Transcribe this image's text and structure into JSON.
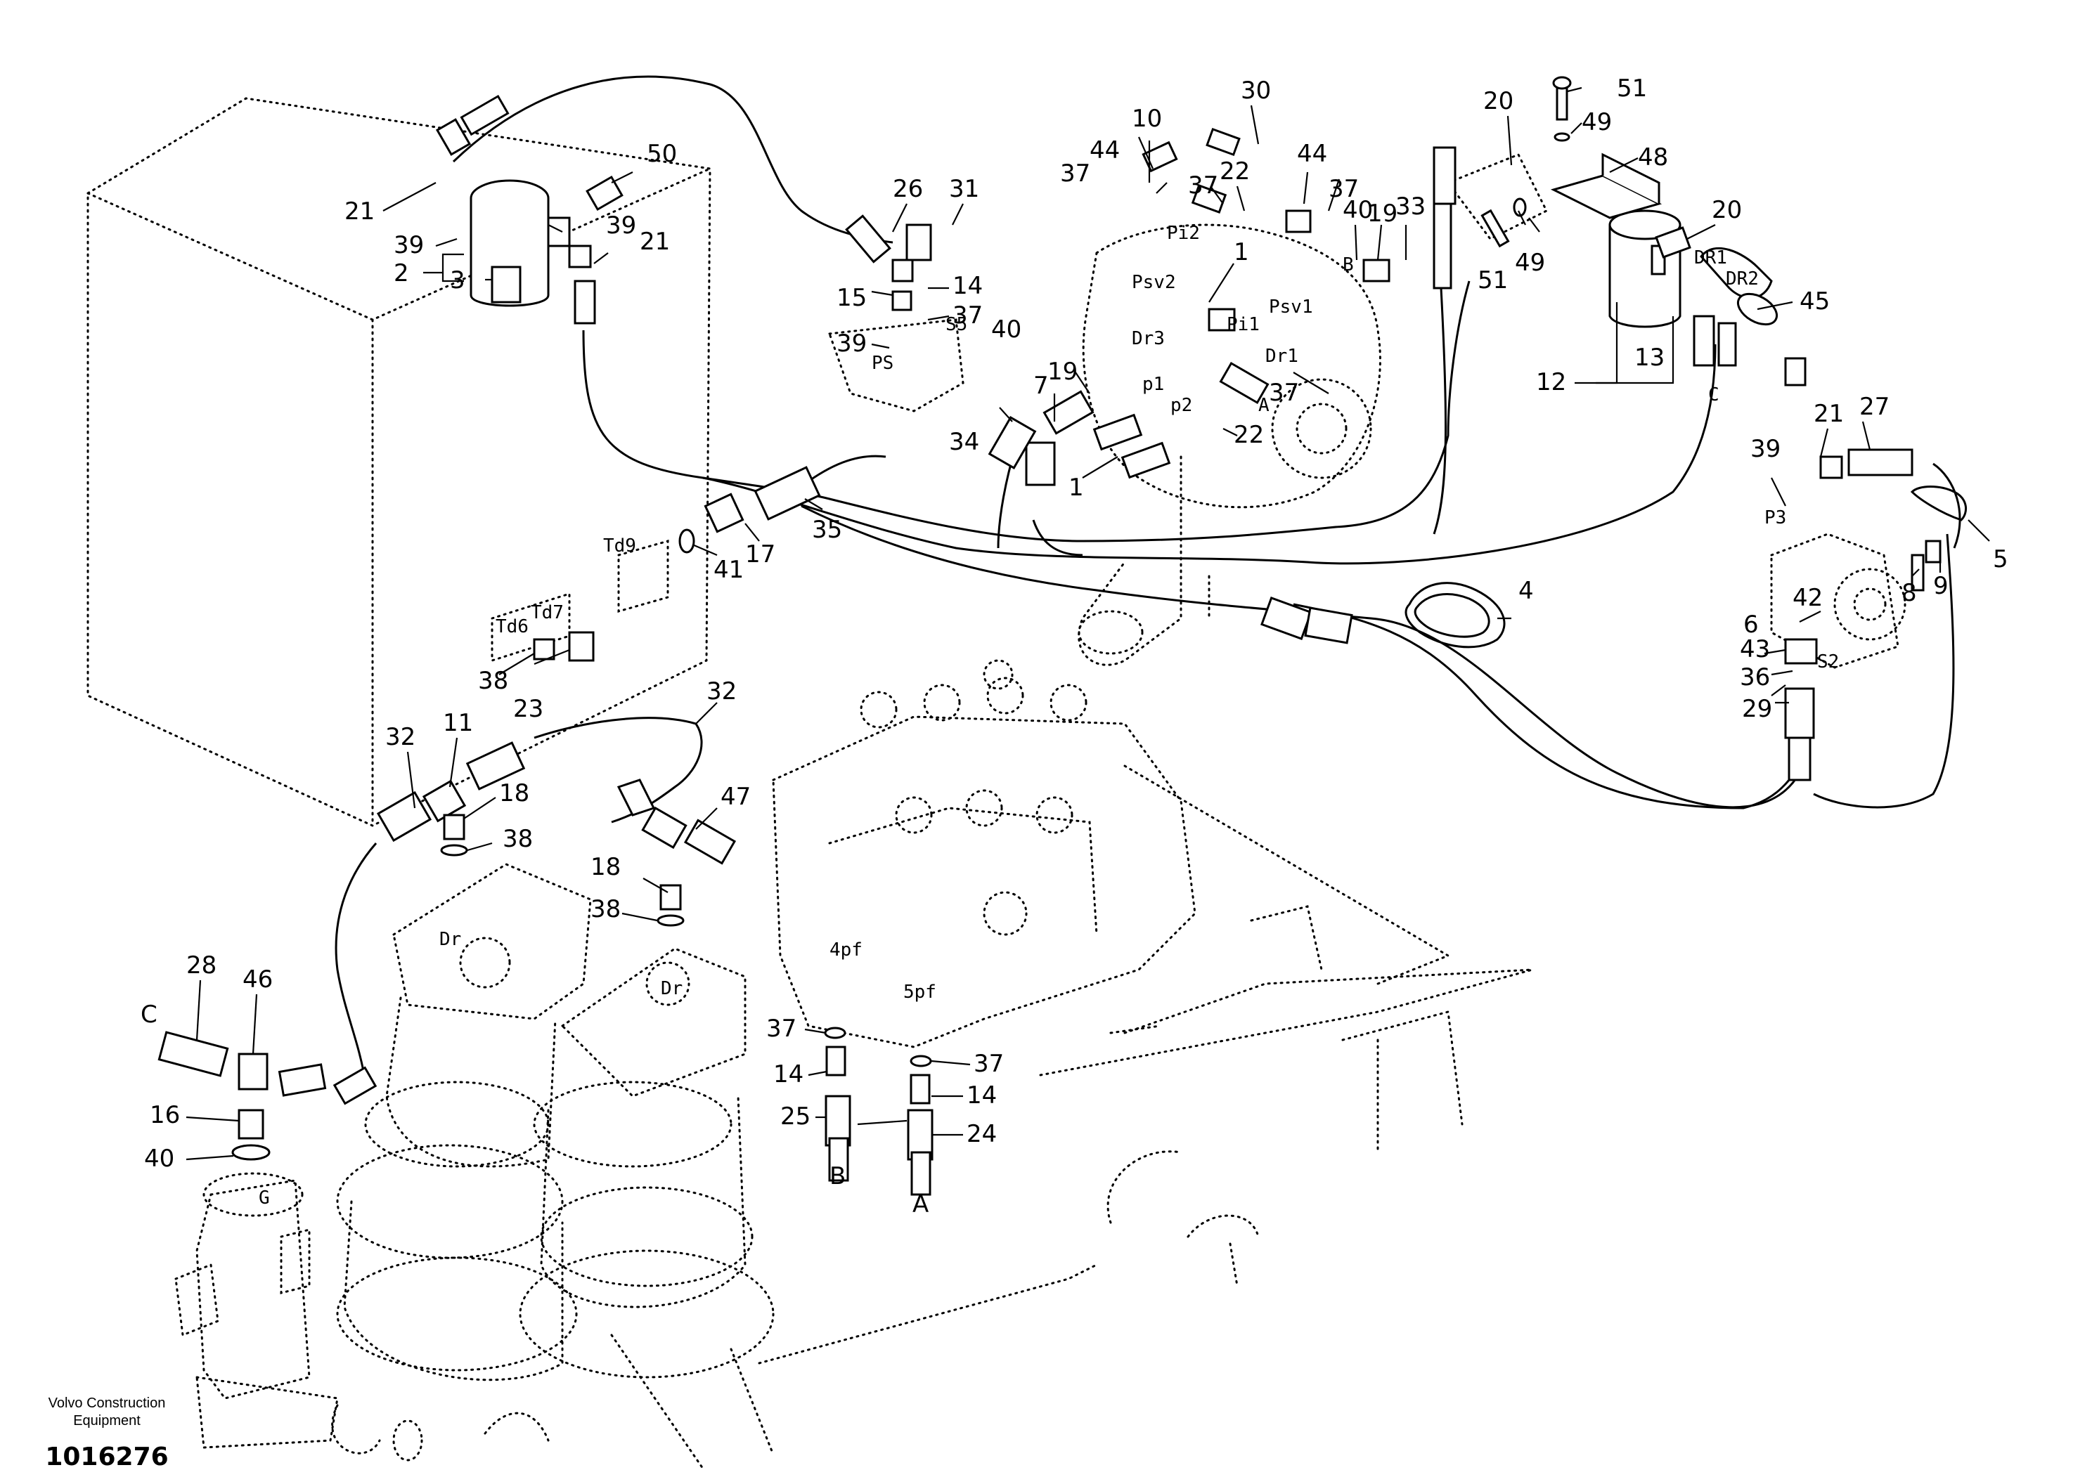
{
  "callouts": [
    {
      "text": "21"
    },
    {
      "text": "39"
    },
    {
      "text": "2"
    },
    {
      "text": "3"
    },
    {
      "text": "50"
    },
    {
      "text": "39"
    },
    {
      "text": "21"
    },
    {
      "text": "26"
    },
    {
      "text": "31"
    },
    {
      "text": "15"
    },
    {
      "text": "14"
    },
    {
      "text": "39"
    },
    {
      "text": "37"
    },
    {
      "text": "10"
    },
    {
      "text": "44"
    },
    {
      "text": "37"
    },
    {
      "text": "30"
    },
    {
      "text": "37"
    },
    {
      "text": "22"
    },
    {
      "text": "44"
    },
    {
      "text": "37"
    },
    {
      "text": "1"
    },
    {
      "text": "40"
    },
    {
      "text": "19"
    },
    {
      "text": "33"
    },
    {
      "text": "40"
    },
    {
      "text": "19"
    },
    {
      "text": "7"
    },
    {
      "text": "34"
    },
    {
      "text": "37"
    },
    {
      "text": "22"
    },
    {
      "text": "1"
    },
    {
      "text": "20"
    },
    {
      "text": "51"
    },
    {
      "text": "49"
    },
    {
      "text": "48"
    },
    {
      "text": "51"
    },
    {
      "text": "49"
    },
    {
      "text": "20"
    },
    {
      "text": "45"
    },
    {
      "text": "13"
    },
    {
      "text": "12"
    },
    {
      "text": "21"
    },
    {
      "text": "27"
    },
    {
      "text": "39"
    },
    {
      "text": "5"
    },
    {
      "text": "9"
    },
    {
      "text": "8"
    },
    {
      "text": "42"
    },
    {
      "text": "6"
    },
    {
      "text": "43"
    },
    {
      "text": "36"
    },
    {
      "text": "29"
    },
    {
      "text": "4"
    },
    {
      "text": "35"
    },
    {
      "text": "17"
    },
    {
      "text": "41"
    },
    {
      "text": "38"
    },
    {
      "text": "23"
    },
    {
      "text": "32"
    },
    {
      "text": "11"
    },
    {
      "text": "32"
    },
    {
      "text": "18"
    },
    {
      "text": "38"
    },
    {
      "text": "18"
    },
    {
      "text": "38"
    },
    {
      "text": "47"
    },
    {
      "text": "28"
    },
    {
      "text": "46"
    },
    {
      "text": "16"
    },
    {
      "text": "40"
    },
    {
      "text": "37"
    },
    {
      "text": "14"
    },
    {
      "text": "25"
    },
    {
      "text": "37"
    },
    {
      "text": "14"
    },
    {
      "text": "24"
    }
  ],
  "port_labels": [
    {
      "text": "Pi2"
    },
    {
      "text": "Psv2"
    },
    {
      "text": "B"
    },
    {
      "text": "Pi1"
    },
    {
      "text": "Psv1"
    },
    {
      "text": "Dr3"
    },
    {
      "text": "Dr1"
    },
    {
      "text": "A"
    },
    {
      "text": "p1"
    },
    {
      "text": "p2"
    },
    {
      "text": "S5"
    },
    {
      "text": "PS"
    },
    {
      "text": "DR1"
    },
    {
      "text": "DR2"
    },
    {
      "text": "C"
    },
    {
      "text": "P3"
    },
    {
      "text": "S2"
    },
    {
      "text": "Td9"
    },
    {
      "text": "Td6"
    },
    {
      "text": "Td7"
    },
    {
      "text": "Dr"
    },
    {
      "text": "Dr"
    },
    {
      "text": "4pf"
    },
    {
      "text": "5pf"
    },
    {
      "text": "C"
    },
    {
      "text": "B"
    },
    {
      "text": "A"
    },
    {
      "text": "G"
    }
  ],
  "footer": {
    "company_line1": "Volvo Construction",
    "company_line2": "Equipment",
    "drawing_number": "1016276"
  }
}
